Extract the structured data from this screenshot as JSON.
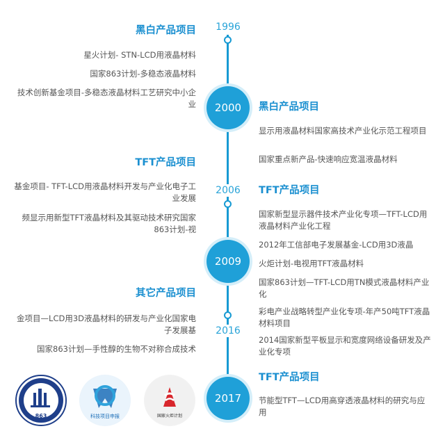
{
  "years": {
    "y1996": "1996",
    "y2000": "2000",
    "y2006": "2006",
    "y2009": "2009",
    "y2016": "2016",
    "y2017": "2017"
  },
  "left_blocks": {
    "block1": {
      "heading": "黑白产品项目",
      "items": [
        "星火计划- STN-LCD用液晶材料",
        "国家863计划-多稳态液晶材料",
        "技术创新基金项目-多稳态液晶材料工艺研究中小企业"
      ]
    },
    "block2": {
      "heading": "TFT产品项目",
      "items": [
        "基金项目- TFT-LCD用液晶材料开发与产业化电子工业发展",
        "频显示用新型TFT液晶材料及其驱动技术研究国家863计划-视"
      ]
    },
    "block3": {
      "heading": "其它产品项目",
      "items": [
        "金项目—LCD用3D液晶材料的研发与产业化国家电子发展基",
        "国家863计划—手性醇的生物不对称合成技术"
      ]
    }
  },
  "right_blocks": {
    "block1": {
      "heading": "黑白产品项目",
      "items": [
        "显示用液晶材料国家高技术产业化示范工程项目",
        "国家重点新产品-快速响应宽温液晶材料"
      ]
    },
    "block2": {
      "heading": "TFT产品项目",
      "items": [
        "国家新型显示器件技术产业化专项—TFT-LCD用液晶材料产业化工程",
        "2012年工信部电子发展基金-LCD用3D液晶",
        "火炬计划-电视用TFT液晶材料",
        "国家863计划—TFT-LCD用TN模式液晶材料产业化",
        "彩电产业战略转型产业化专项-年产50吨TFT液晶材料项目",
        "2014国家新型平板显示和宽度网络设备研发及产业化专项"
      ]
    },
    "block3": {
      "heading": "TFT产品项目",
      "items": [
        "节能型TFT—LCD用高穿透液晶材料的研究与应用"
      ]
    }
  },
  "logos": {
    "logo1_text": "863",
    "logo2_text": "科技项目申报",
    "logo3_text": "国家火炬计划"
  },
  "colors": {
    "accent": "#1fa0d8",
    "heading": "#1a8fd0",
    "text": "#555555"
  }
}
